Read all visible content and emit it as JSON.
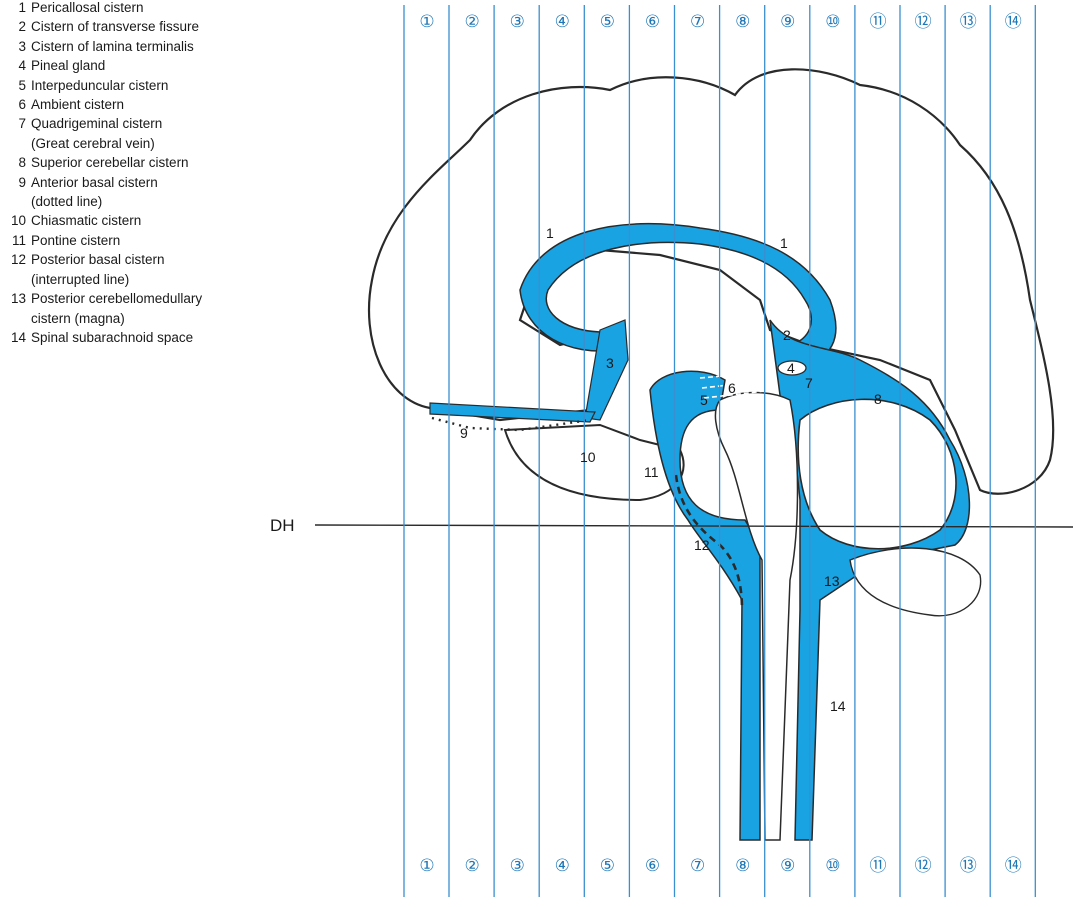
{
  "legend": [
    {
      "num": "1",
      "lines": [
        "Pericallosal cistern"
      ]
    },
    {
      "num": "2",
      "lines": [
        "Cistern of transverse fissure"
      ]
    },
    {
      "num": "3",
      "lines": [
        "Cistern of lamina terminalis"
      ]
    },
    {
      "num": "4",
      "lines": [
        "Pineal gland"
      ]
    },
    {
      "num": "5",
      "lines": [
        "Interpeduncular cistern"
      ]
    },
    {
      "num": "6",
      "lines": [
        "Ambient cistern"
      ]
    },
    {
      "num": "7",
      "lines": [
        "Quadrigeminal cistern",
        "(Great cerebral vein)"
      ]
    },
    {
      "num": "8",
      "lines": [
        "Superior cerebellar cistern"
      ]
    },
    {
      "num": "9",
      "lines": [
        "Anterior basal cistern",
        "(dotted line)"
      ]
    },
    {
      "num": "10",
      "lines": [
        "Chiasmatic cistern"
      ]
    },
    {
      "num": "11",
      "lines": [
        "Pontine cistern"
      ]
    },
    {
      "num": "12",
      "lines": [
        "Posterior basal cistern",
        "(interrupted line)"
      ]
    },
    {
      "num": "13",
      "lines": [
        "Posterior cerebellomedullary",
        "cistern (magna)"
      ]
    },
    {
      "num": "14",
      "lines": [
        "Spinal subarachnoid space"
      ]
    }
  ],
  "slice_labels": [
    "①",
    "②",
    "③",
    "④",
    "⑤",
    "⑥",
    "⑦",
    "⑧",
    "⑨",
    "⑩",
    "⑪",
    "⑫",
    "⑬",
    "⑭"
  ],
  "reference_line_label": "DH",
  "annotations": [
    "1",
    "1",
    "2",
    "3",
    "4",
    "5",
    "6",
    "7",
    "8",
    "9",
    "10",
    "11",
    "12",
    "13",
    "14"
  ],
  "colors": {
    "csf": "#1aa3e3",
    "slice_lines": "#3a8fd0",
    "outline": "#2a2a2a"
  }
}
